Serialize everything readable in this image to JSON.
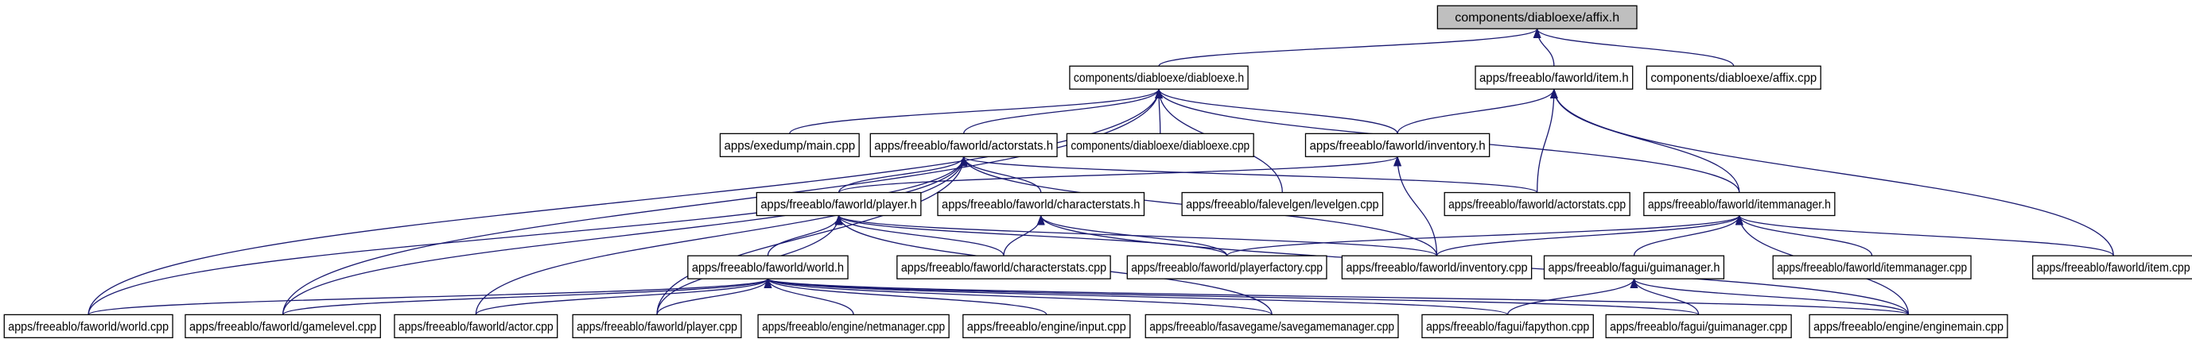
{
  "diagram": {
    "colors": {
      "node_fill": "#ffffff",
      "root_fill": "#bfbfbf",
      "node_border": "#000000",
      "edge": "#191970"
    },
    "nodes": [
      {
        "id": "affix_h",
        "label": "components/diabloexe/affix.h",
        "root": true
      },
      {
        "id": "diabloexe_h",
        "label": "components/diabloexe/diabloexe.h"
      },
      {
        "id": "item_h",
        "label": "apps/freeablo/faworld/item.h"
      },
      {
        "id": "affix_cpp",
        "label": "components/diabloexe/affix.cpp"
      },
      {
        "id": "exedump_main",
        "label": "apps/exedump/main.cpp"
      },
      {
        "id": "actorstats_h",
        "label": "apps/freeablo/faworld/actorstats.h"
      },
      {
        "id": "diabloexe_cpp",
        "label": "components/diabloexe/diabloexe.cpp"
      },
      {
        "id": "inventory_h",
        "label": "apps/freeablo/faworld/inventory.h"
      },
      {
        "id": "player_h",
        "label": "apps/freeablo/faworld/player.h"
      },
      {
        "id": "characterstats_h",
        "label": "apps/freeablo/faworld/characterstats.h"
      },
      {
        "id": "levelgen_cpp",
        "label": "apps/freeablo/falevelgen/levelgen.cpp"
      },
      {
        "id": "actorstats_cpp",
        "label": "apps/freeablo/faworld/actorstats.cpp"
      },
      {
        "id": "itemmanager_h",
        "label": "apps/freeablo/faworld/itemmanager.h"
      },
      {
        "id": "world_h",
        "label": "apps/freeablo/faworld/world.h"
      },
      {
        "id": "characterstats_cpp",
        "label": "apps/freeablo/faworld/characterstats.cpp"
      },
      {
        "id": "playerfactory_cpp",
        "label": "apps/freeablo/faworld/playerfactory.cpp"
      },
      {
        "id": "inventory_cpp",
        "label": "apps/freeablo/faworld/inventory.cpp"
      },
      {
        "id": "guimanager_h",
        "label": "apps/freeablo/fagui/guimanager.h"
      },
      {
        "id": "itemmanager_cpp",
        "label": "apps/freeablo/faworld/itemmanager.cpp"
      },
      {
        "id": "item_cpp",
        "label": "apps/freeablo/faworld/item.cpp"
      },
      {
        "id": "world_cpp",
        "label": "apps/freeablo/faworld/world.cpp"
      },
      {
        "id": "gamelevel_cpp",
        "label": "apps/freeablo/faworld/gamelevel.cpp"
      },
      {
        "id": "actor_cpp",
        "label": "apps/freeablo/faworld/actor.cpp"
      },
      {
        "id": "player_cpp",
        "label": "apps/freeablo/faworld/player.cpp"
      },
      {
        "id": "netmanager_cpp",
        "label": "apps/freeablo/engine/netmanager.cpp"
      },
      {
        "id": "input_cpp",
        "label": "apps/freeablo/engine/input.cpp"
      },
      {
        "id": "savegamemanager_cpp",
        "label": "apps/freeablo/fasavegame/savegamemanager.cpp"
      },
      {
        "id": "fapython_cpp",
        "label": "apps/freeablo/fagui/fapython.cpp"
      },
      {
        "id": "guimanager_cpp",
        "label": "apps/freeablo/fagui/guimanager.cpp"
      },
      {
        "id": "enginemain_cpp",
        "label": "apps/freeablo/engine/enginemain.cpp"
      }
    ],
    "edges": [
      [
        "diabloexe_h",
        "affix_h"
      ],
      [
        "item_h",
        "affix_h"
      ],
      [
        "affix_cpp",
        "affix_h"
      ],
      [
        "exedump_main",
        "diabloexe_h"
      ],
      [
        "actorstats_h",
        "diabloexe_h"
      ],
      [
        "diabloexe_cpp",
        "diabloexe_h"
      ],
      [
        "inventory_h",
        "diabloexe_h"
      ],
      [
        "levelgen_cpp",
        "diabloexe_h"
      ],
      [
        "itemmanager_h",
        "diabloexe_h"
      ],
      [
        "world_cpp",
        "diabloexe_h"
      ],
      [
        "gamelevel_cpp",
        "diabloexe_h"
      ],
      [
        "inventory_h",
        "item_h"
      ],
      [
        "actorstats_cpp",
        "item_h"
      ],
      [
        "itemmanager_h",
        "item_h"
      ],
      [
        "item_cpp",
        "item_h"
      ],
      [
        "player_h",
        "actorstats_h"
      ],
      [
        "characterstats_h",
        "actorstats_h"
      ],
      [
        "actorstats_cpp",
        "actorstats_h"
      ],
      [
        "world_cpp",
        "actorstats_h"
      ],
      [
        "gamelevel_cpp",
        "actorstats_h"
      ],
      [
        "actor_cpp",
        "actorstats_h"
      ],
      [
        "player_cpp",
        "actorstats_h"
      ],
      [
        "inventory_cpp",
        "actorstats_h"
      ],
      [
        "player_h",
        "inventory_h"
      ],
      [
        "inventory_cpp",
        "inventory_h"
      ],
      [
        "world_h",
        "player_h"
      ],
      [
        "characterstats_cpp",
        "player_h"
      ],
      [
        "playerfactory_cpp",
        "player_h"
      ],
      [
        "player_cpp",
        "player_h"
      ],
      [
        "savegamemanager_cpp",
        "player_h"
      ],
      [
        "inventory_cpp",
        "player_h"
      ],
      [
        "characterstats_cpp",
        "characterstats_h"
      ],
      [
        "playerfactory_cpp",
        "characterstats_h"
      ],
      [
        "enginemain_cpp",
        "characterstats_h"
      ],
      [
        "playerfactory_cpp",
        "itemmanager_h"
      ],
      [
        "inventory_cpp",
        "itemmanager_h"
      ],
      [
        "guimanager_h",
        "itemmanager_h"
      ],
      [
        "itemmanager_cpp",
        "itemmanager_h"
      ],
      [
        "item_cpp",
        "itemmanager_h"
      ],
      [
        "enginemain_cpp",
        "itemmanager_h"
      ],
      [
        "world_cpp",
        "world_h"
      ],
      [
        "gamelevel_cpp",
        "world_h"
      ],
      [
        "actor_cpp",
        "world_h"
      ],
      [
        "player_cpp",
        "world_h"
      ],
      [
        "netmanager_cpp",
        "world_h"
      ],
      [
        "input_cpp",
        "world_h"
      ],
      [
        "savegamemanager_cpp",
        "world_h"
      ],
      [
        "fapython_cpp",
        "world_h"
      ],
      [
        "guimanager_cpp",
        "world_h"
      ],
      [
        "enginemain_cpp",
        "world_h"
      ],
      [
        "fapython_cpp",
        "guimanager_h"
      ],
      [
        "guimanager_cpp",
        "guimanager_h"
      ],
      [
        "enginemain_cpp",
        "guimanager_h"
      ]
    ]
  }
}
